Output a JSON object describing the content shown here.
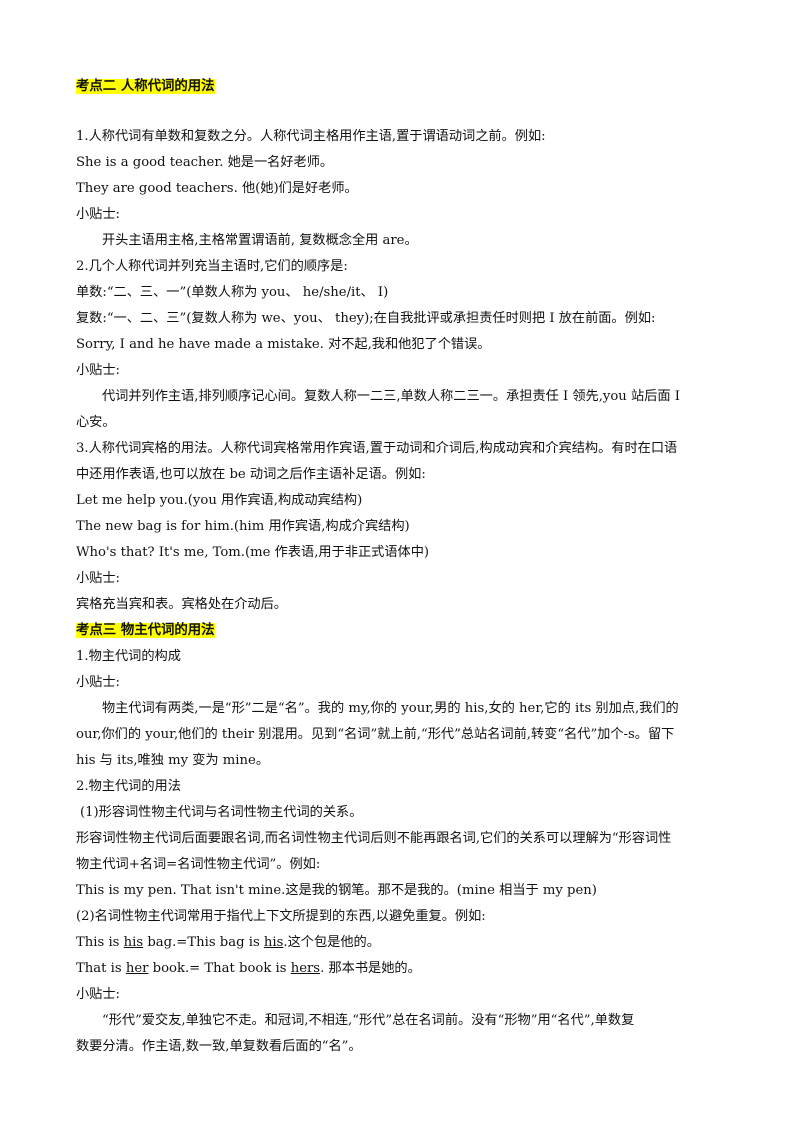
{
  "sections": {
    "sec2_heading": "考点二 人称代词的用法",
    "s2_p1": "1.人称代词有单数和复数之分。人称代词主格用作主语,置于谓语动词之前。例如:",
    "s2_ex1": "She is a good teacher. 她是一名好老师。",
    "s2_ex2": "They are good teachers. 他(她)们是好老师。",
    "tip_label": "小贴士:",
    "s2_tip1": "开头主语用主格,主格常置谓语前, 复数概念全用 are。",
    "s2_p2": "2.几个人称代词并列充当主语时,它们的顺序是:",
    "s2_single": "单数:“二、三、一”(单数人称为 you、  he/she/it、  I)",
    "s2_plural": "复数:“一、二、三”(复数人称为 we、you、  they);在自我批评或承担责任时则把 I 放在前面。例如:",
    "s2_ex3": "Sorry, I and he have made a mistake. 对不起,我和他犯了个错误。",
    "s2_tip2_a": "代词并列作主语,排列顺序记心间。复数人称一二三,单数人称二三一。承担责任 I 领先,you 站后面 I",
    "s2_tip2_b": "心安。",
    "s2_p3_a": "3.人称代词宾格的用法。人称代词宾格常用作宾语,置于动词和介词后,构成动宾和介宾结构。有时在口语",
    "s2_p3_b": "中还用作表语,也可以放在 be 动词之后作主语补足语。例如:",
    "s2_ex4": "Let me help you.(you 用作宾语,构成动宾结构)",
    "s2_ex5": "The new bag is for him.(him 用作宾语,构成介宾结构)",
    "s2_ex6": "Who's that? It's me, Tom.(me 作表语,用于非正式语体中)",
    "s2_tip3": "宾格充当宾和表。宾格处在介动后。",
    "sec3_heading": "考点三 物主代词的用法",
    "s3_p1": "1.物主代词的构成",
    "s3_tip1_a": "物主代词有两类,一是“形”二是“名”。我的 my,你的 your,男的 his,女的 her,它的 its 别加点,我们的",
    "s3_tip1_b": "our,你们的 your,他们的 their 别混用。见到“名词”就上前,“形代”总站名词前,转变“名代”加个-s。留下",
    "s3_tip1_c": "his 与 its,唯独 my 变为 mine。",
    "s3_p2": "2.物主代词的用法",
    "s3_p2_1": "(1)形容词性物主代词与名词性物主代词的关系。",
    "s3_p2_2a": "形容词性物主代词后面要跟名词,而名词性物主代词后则不能再跟名词,它们的关系可以理解为“形容词性",
    "s3_p2_2b": "物主代词+名词=名词性物主代词”。例如:",
    "s3_ex1": "This is my pen. That isn't mine.这是我的钢笔。那不是我的。(mine 相当于 my pen)",
    "s3_p2_3": "(2)名词性物主代词常用于指代上下文所提到的东西,以避免重复。例如:",
    "s3_ex2": {
      "a": "This is ",
      "b": "his",
      "c": " bag.=This bag is ",
      "d": "his",
      "e": ".这个包是他的。"
    },
    "s3_ex3": {
      "a": "That is ",
      "b": "her",
      "c": " book.= That book is ",
      "d": "hers",
      "e": ". 那本书是她的。"
    },
    "s3_tip2_a": "“形代”爱交友,单独它不走。和冠词,不相连,“形代”总在名词前。没有“形物”用“名代”,单数复",
    "s3_tip2_b": "数要分清。作主语,数一致,单复数看后面的“名”。"
  }
}
